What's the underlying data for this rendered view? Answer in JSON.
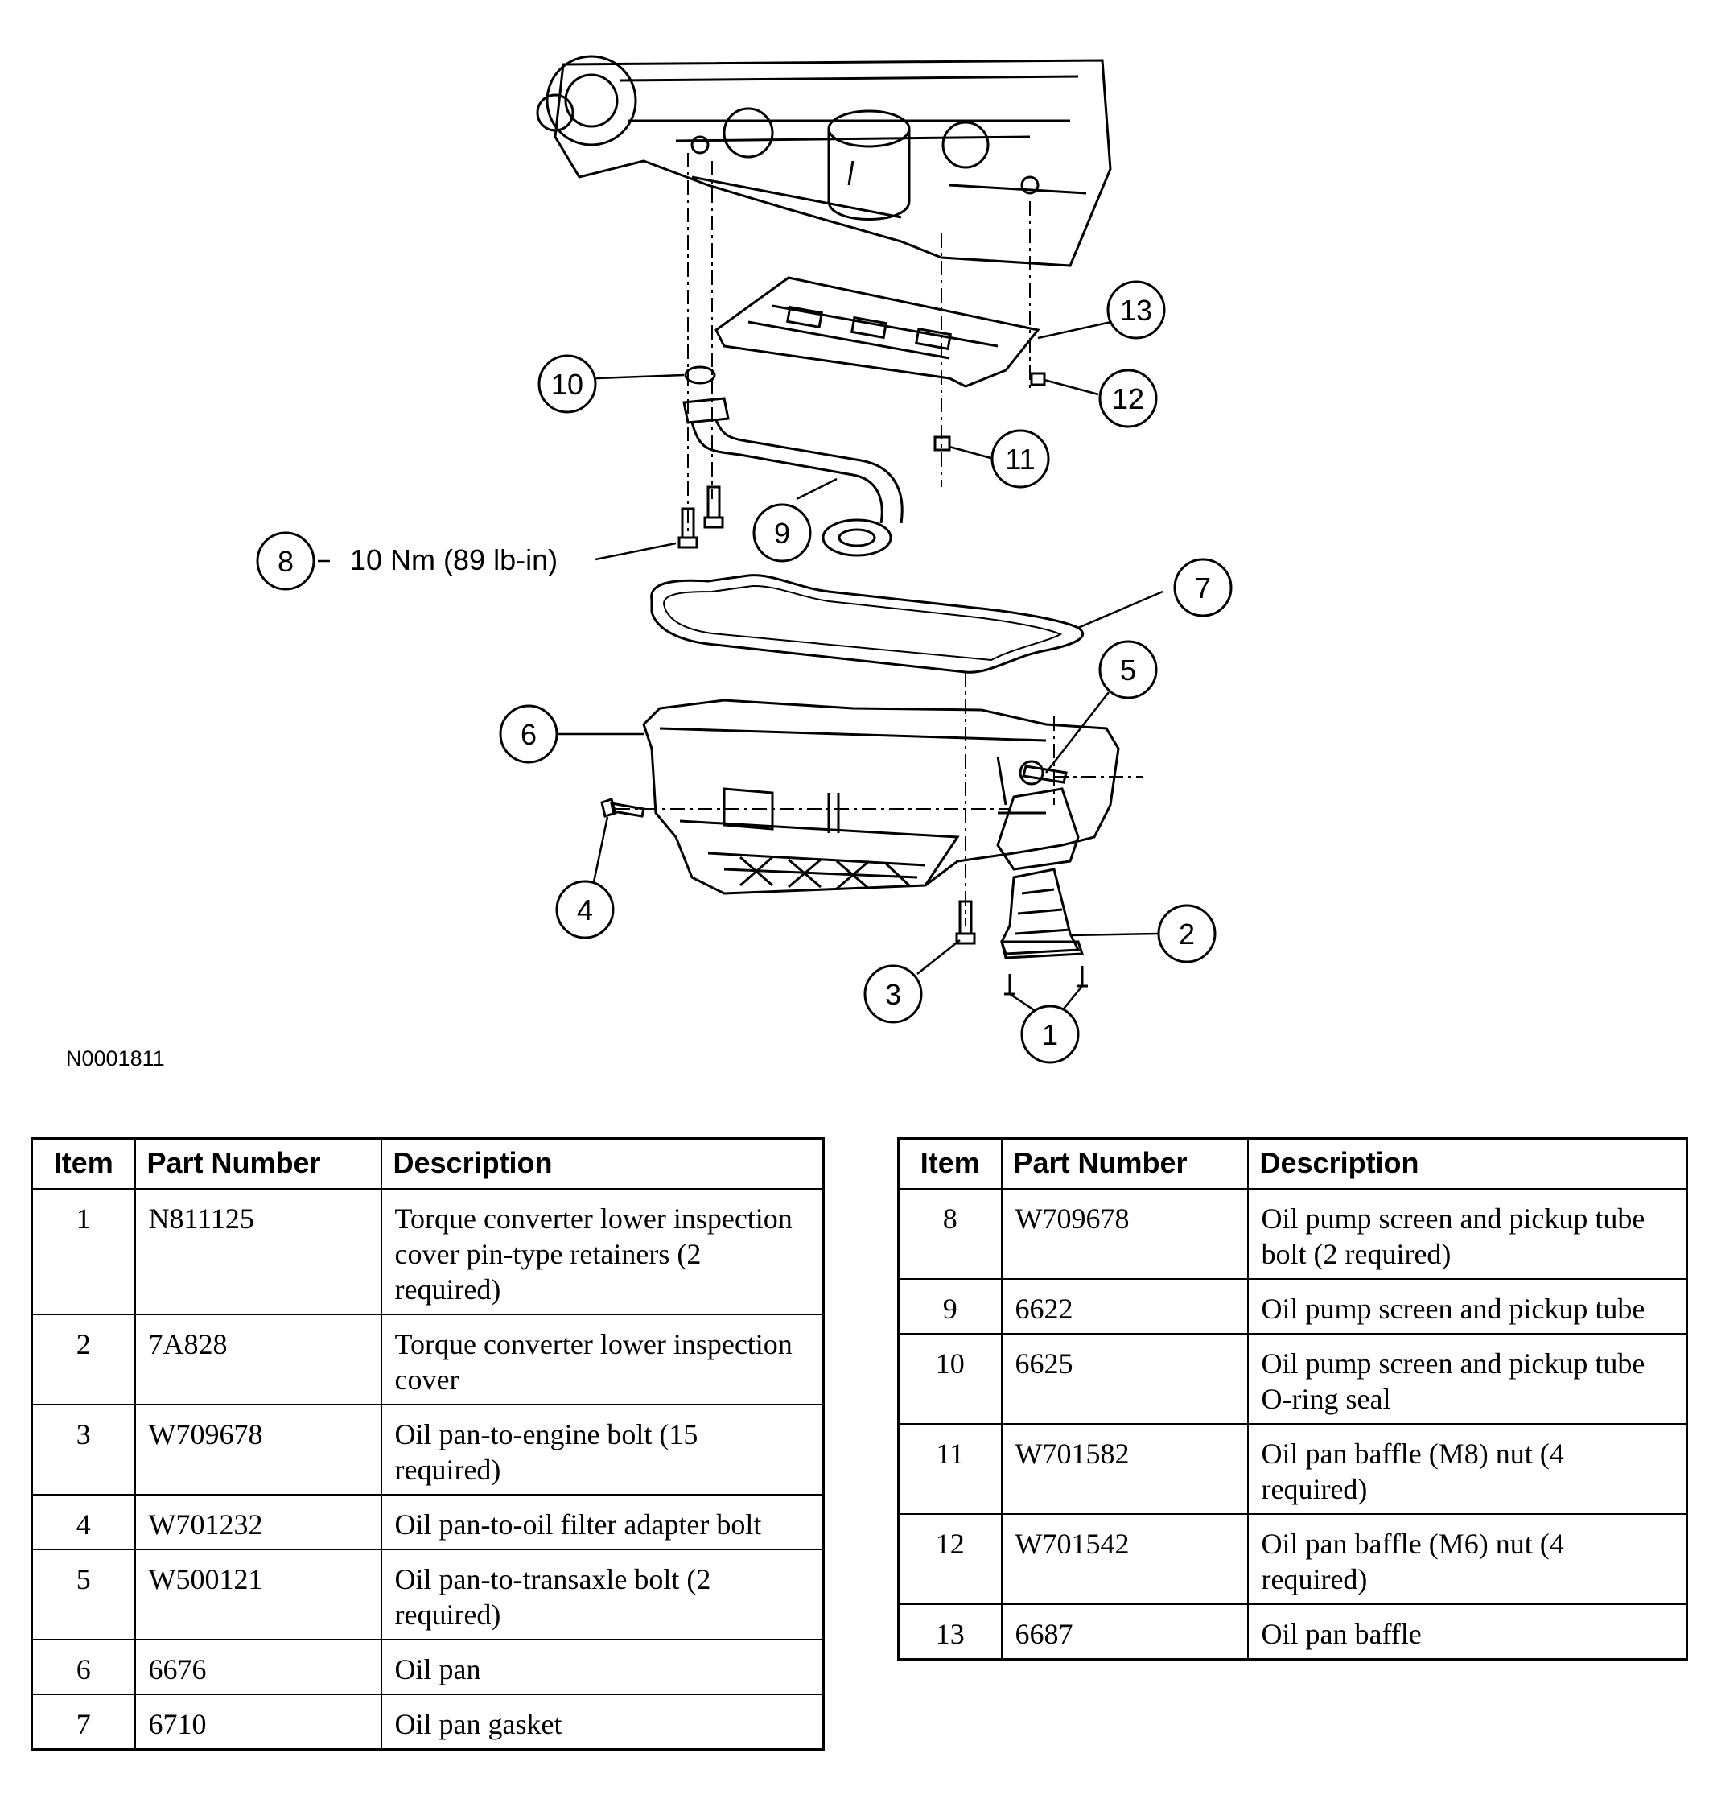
{
  "figure_id": "N0001811",
  "torque_spec": "10 Nm (89 lb-in)",
  "callouts": [
    "1",
    "2",
    "3",
    "4",
    "5",
    "6",
    "7",
    "8",
    "9",
    "10",
    "11",
    "12",
    "13"
  ],
  "table_headers": {
    "item": "Item",
    "part_number": "Part Number",
    "description": "Description"
  },
  "parts_left": [
    {
      "item": "1",
      "part_number": "N811125",
      "description": "Torque converter lower inspection cover pin-type retainers (2 required)"
    },
    {
      "item": "2",
      "part_number": "7A828",
      "description": "Torque converter lower inspection cover"
    },
    {
      "item": "3",
      "part_number": "W709678",
      "description": "Oil pan-to-engine bolt (15 required)"
    },
    {
      "item": "4",
      "part_number": "W701232",
      "description": "Oil pan-to-oil filter adapter bolt"
    },
    {
      "item": "5",
      "part_number": "W500121",
      "description": "Oil pan-to-transaxle bolt (2 required)"
    },
    {
      "item": "6",
      "part_number": "6676",
      "description": "Oil pan"
    },
    {
      "item": "7",
      "part_number": "6710",
      "description": "Oil pan gasket"
    }
  ],
  "parts_right": [
    {
      "item": "8",
      "part_number": "W709678",
      "description": "Oil pump screen and pickup tube bolt (2 required)"
    },
    {
      "item": "9",
      "part_number": "6622",
      "description": "Oil pump screen and pickup tube"
    },
    {
      "item": "10",
      "part_number": "6625",
      "description": "Oil pump screen and pickup tube O-ring seal"
    },
    {
      "item": "11",
      "part_number": "W701582",
      "description": "Oil pan baffle (M8) nut (4 required)"
    },
    {
      "item": "12",
      "part_number": "W701542",
      "description": "Oil pan baffle (M6) nut (4 required)"
    },
    {
      "item": "13",
      "part_number": "6687",
      "description": "Oil pan baffle"
    }
  ]
}
